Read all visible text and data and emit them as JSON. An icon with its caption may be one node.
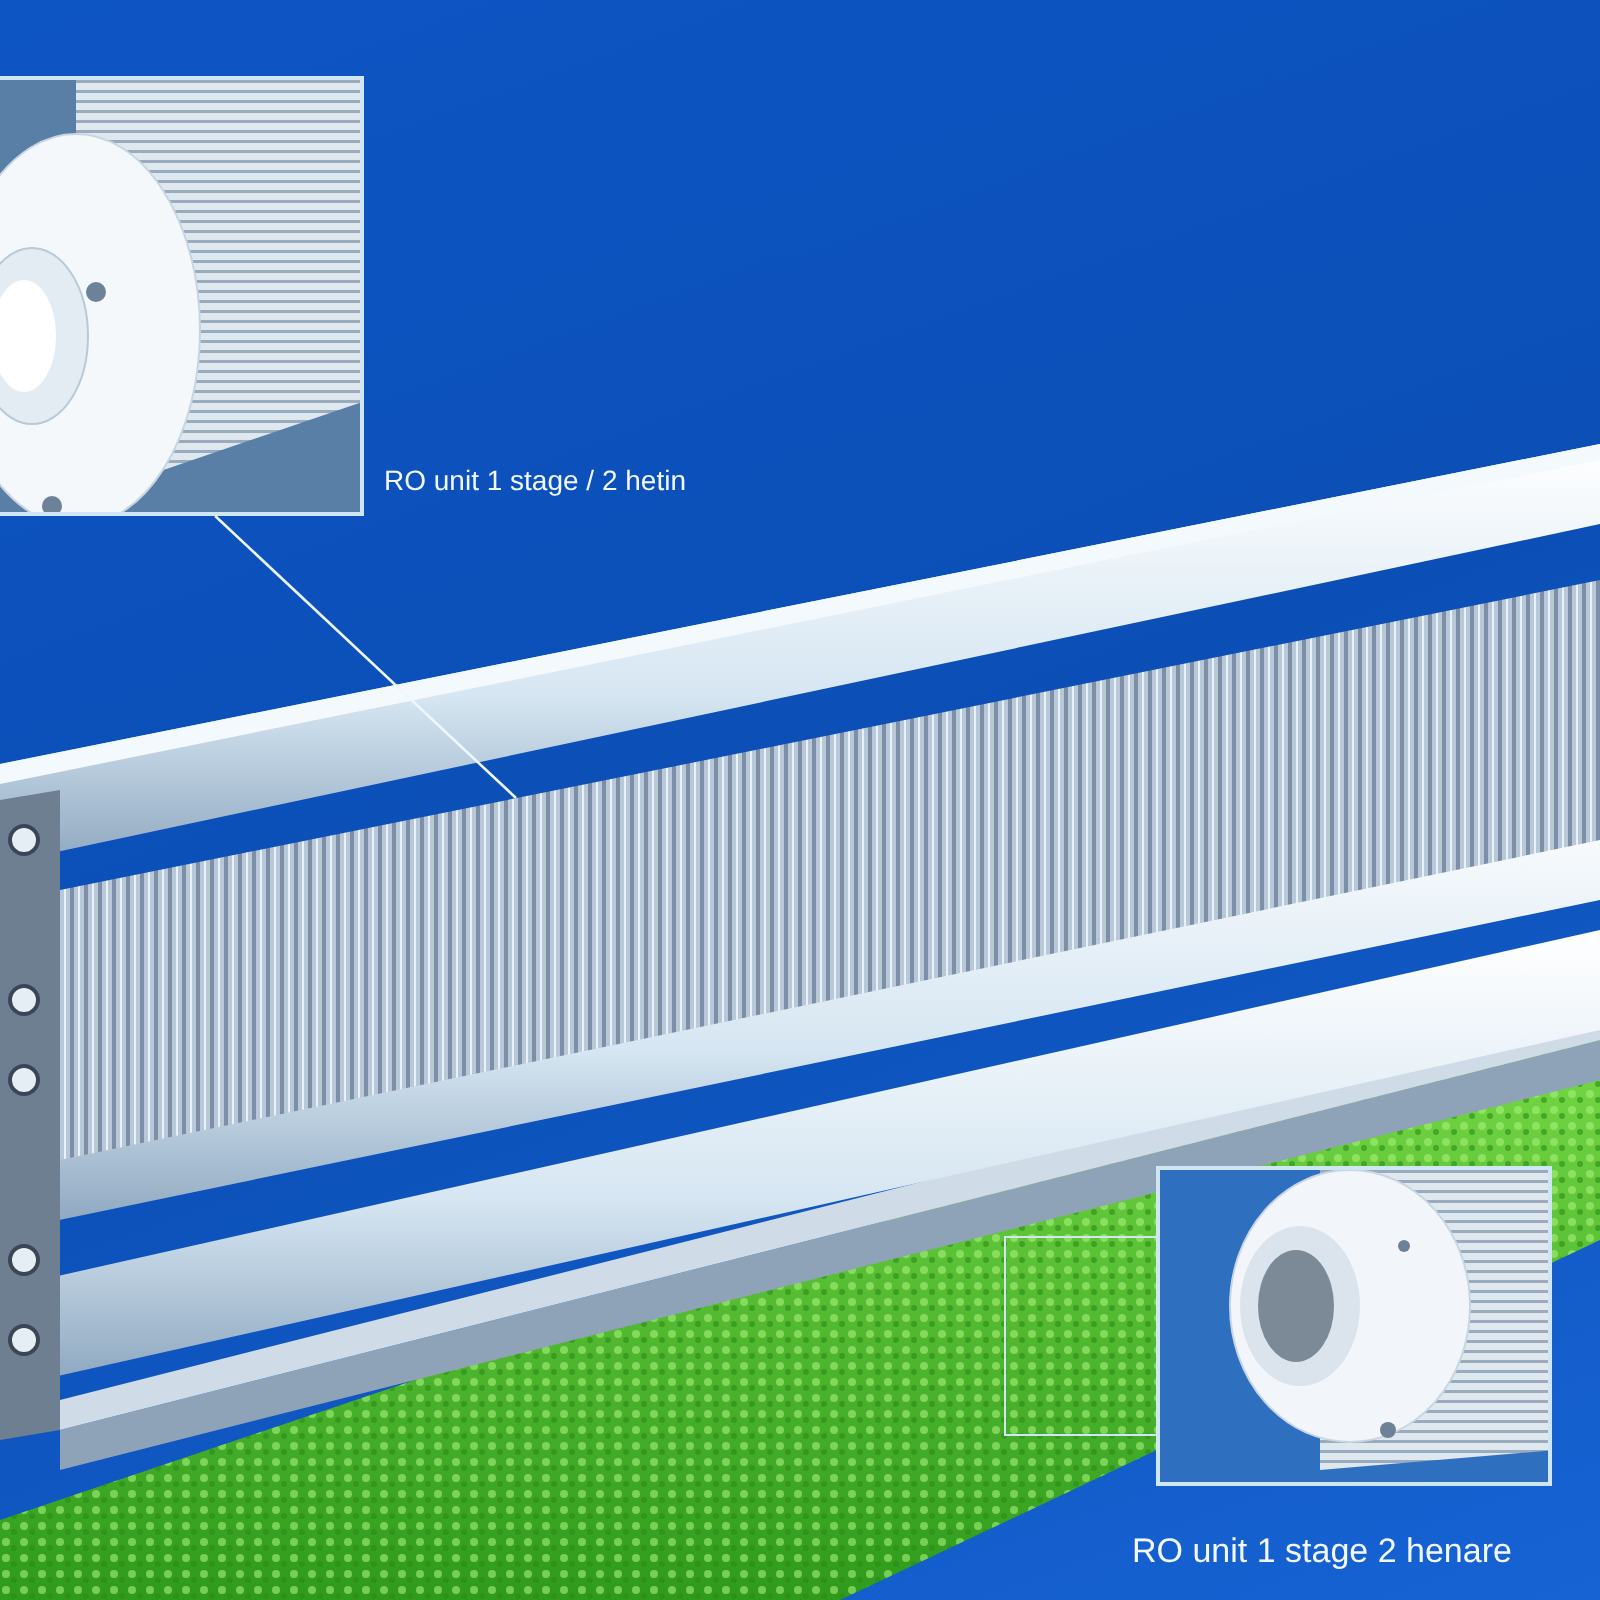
{
  "diagram": {
    "nodes": [
      {
        "text": [],
        "shape": "picture"
      },
      {
        "text": [],
        "shape": "picture"
      },
      {
        "text": [],
        "shape": "box"
      },
      {
        "text": [],
        "shape": "picture"
      }
    ],
    "edges": [
      {
        "from": 0,
        "to": 1,
        "arrow": "none"
      }
    ],
    "labels": [
      "RO unit 1 stage / 2 hetin",
      "RO unit 1 stage 2 henare"
    ]
  }
}
